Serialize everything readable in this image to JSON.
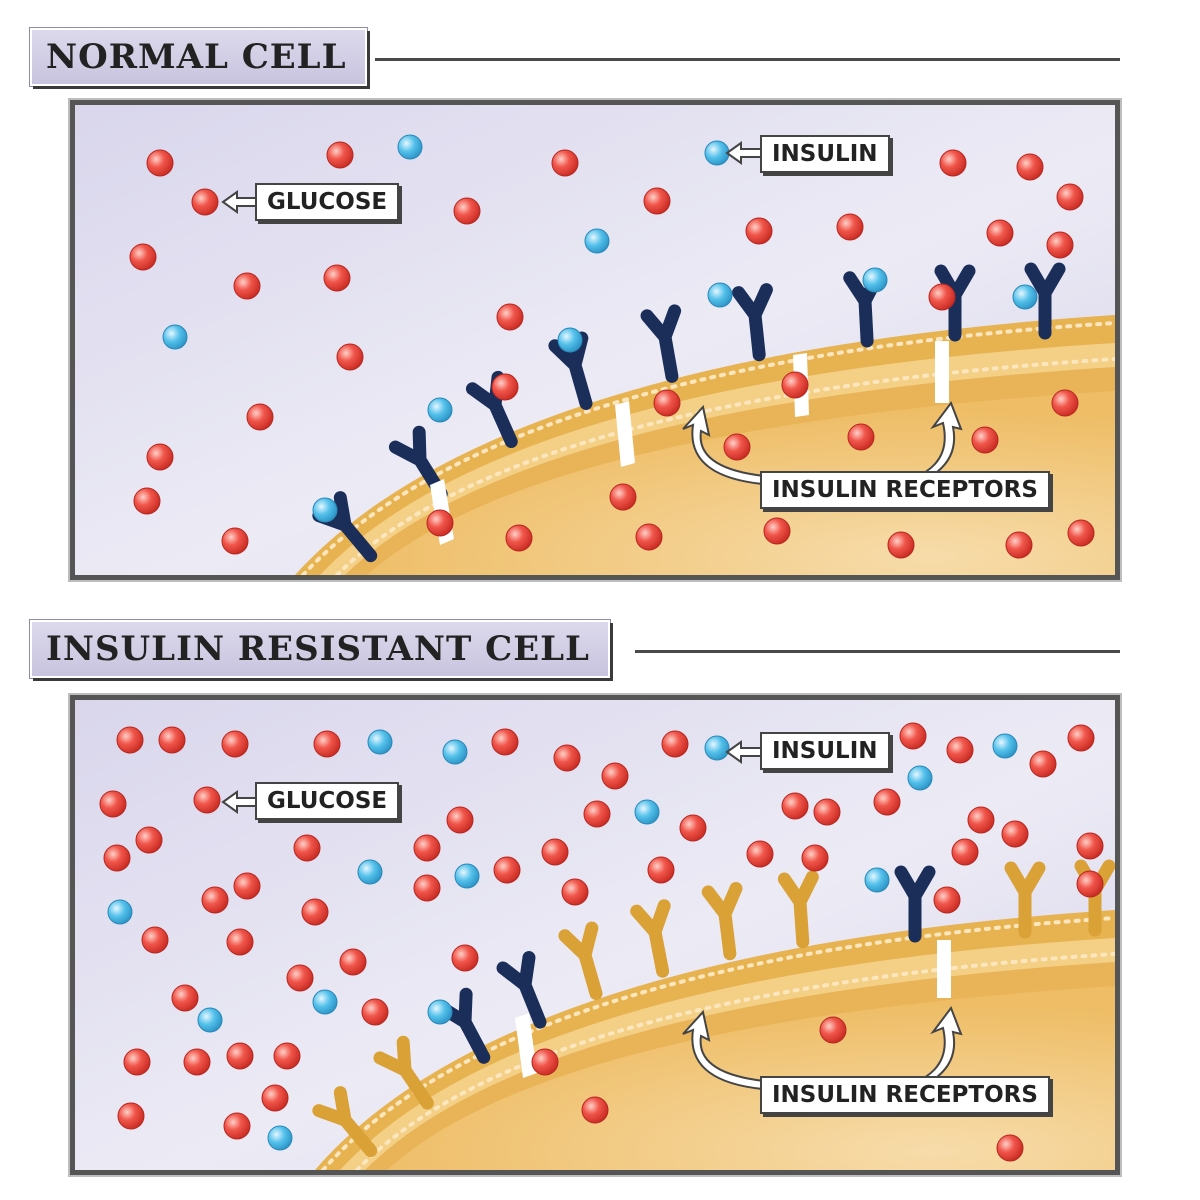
{
  "sections": [
    {
      "title": "NORMAL CELL",
      "labels": {
        "glucose": "GLUCOSE",
        "insulin": "INSULIN",
        "receptors": "INSULIN RECEPTORS"
      }
    },
    {
      "title": "INSULIN RESISTANT CELL",
      "labels": {
        "glucose": "GLUCOSE",
        "insulin": "INSULIN",
        "receptors": "INSULIN RECEPTORS"
      }
    }
  ],
  "colors": {
    "glucose": "#e8453c",
    "insulin": "#3fb4e2",
    "active_receptor": "#1b2e5a",
    "inactive_receptor": "#d9a136",
    "cell": "#f2c77a",
    "background": "#e3e1f0"
  }
}
